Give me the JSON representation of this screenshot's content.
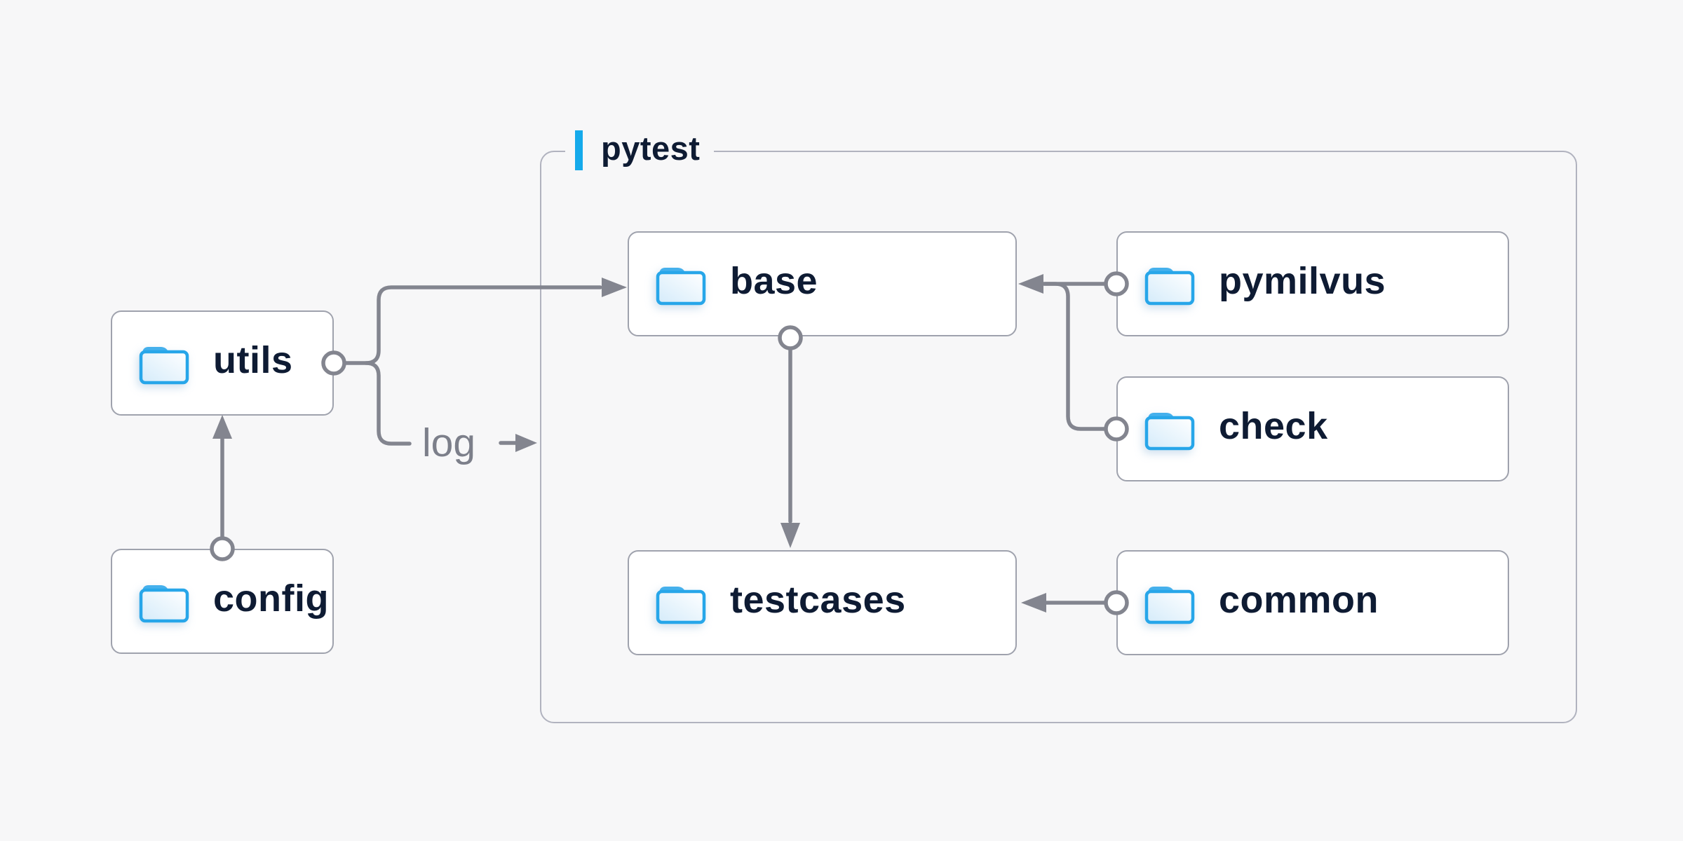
{
  "page": {
    "background_color": "#f7f7f8"
  },
  "container": {
    "label": "pytest",
    "accent_color": "#15aaeb",
    "border_color": "#b1b3bf"
  },
  "nodes": [
    {
      "id": "utils",
      "label": "utils",
      "icon": "folder-icon",
      "inside_container": false
    },
    {
      "id": "config",
      "label": "config",
      "icon": "folder-icon",
      "inside_container": false
    },
    {
      "id": "base",
      "label": "base",
      "icon": "folder-icon",
      "inside_container": true
    },
    {
      "id": "pymilvus",
      "label": "pymilvus",
      "icon": "folder-icon",
      "inside_container": true
    },
    {
      "id": "check",
      "label": "check",
      "icon": "folder-icon",
      "inside_container": true
    },
    {
      "id": "testcases",
      "label": "testcases",
      "icon": "folder-icon",
      "inside_container": true
    },
    {
      "id": "common",
      "label": "common",
      "icon": "folder-icon",
      "inside_container": true
    }
  ],
  "edges": [
    {
      "from": "config",
      "to": "utils",
      "label": ""
    },
    {
      "from": "utils",
      "to": "base",
      "label": ""
    },
    {
      "from": "utils",
      "to": "pytest-container",
      "label": "log"
    },
    {
      "from": "pymilvus",
      "to": "base",
      "label": ""
    },
    {
      "from": "check",
      "to": "base",
      "label": ""
    },
    {
      "from": "base",
      "to": "testcases",
      "label": ""
    },
    {
      "from": "common",
      "to": "testcases",
      "label": ""
    }
  ],
  "colors": {
    "connector": "#83858f",
    "node_border": "#9fa2ad",
    "node_background": "#ffffff",
    "label_text": "#0e1b33",
    "log_text": "#7c7f8a",
    "folder_blue": "#27a6e9",
    "folder_tab_blue": "#45b0ec",
    "folder_fill_light": "#d9edfa"
  }
}
